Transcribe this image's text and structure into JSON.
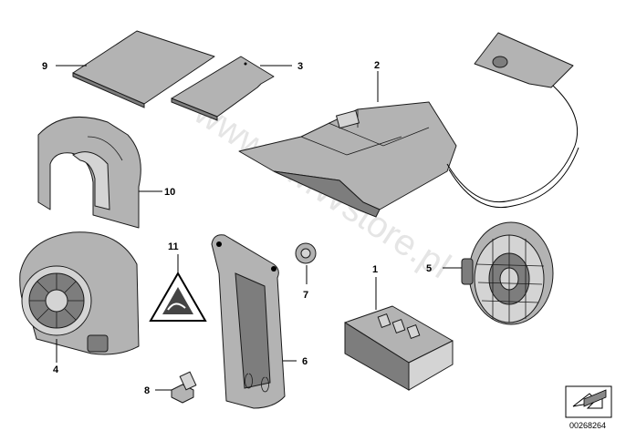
{
  "watermark": "www.BMWstore.pl",
  "callouts": {
    "c1": "1",
    "c2": "2",
    "c3": "3",
    "c4": "4",
    "c5": "5",
    "c6": "6",
    "c7": "7",
    "c8": "8",
    "c9": "9",
    "c10": "10",
    "c11": "11"
  },
  "diagram_code": "00268264",
  "icons": {
    "catalog_box": "arrow-icon",
    "warning_label": "warning-triangle-icon"
  }
}
